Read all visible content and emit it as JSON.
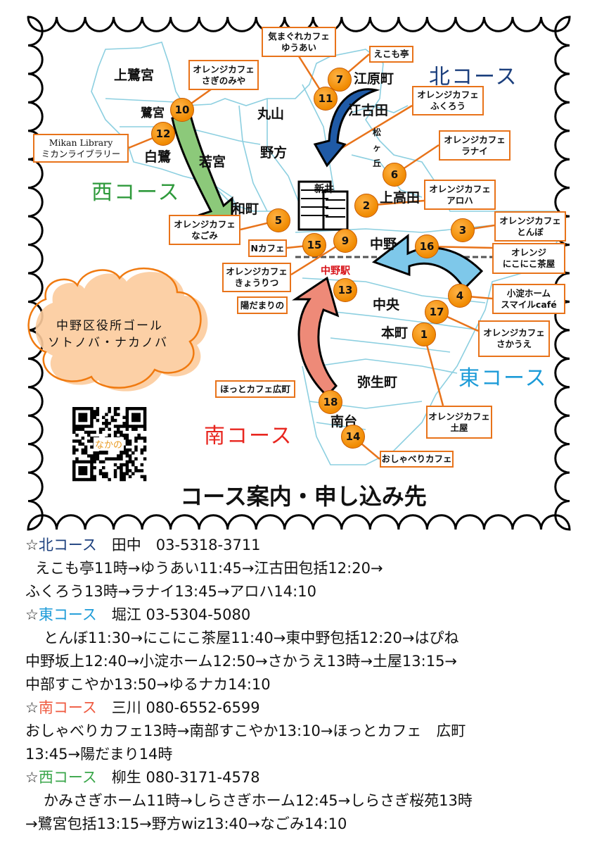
{
  "map": {
    "districts": {
      "kamisaginomiya": "上鷺宮",
      "saginomiya": "鷺宮",
      "maruyama": "丸山",
      "shirasagi": "白鷺",
      "wakamiya": "若宮",
      "nogata": "野方",
      "yamatocho": "和町",
      "egaracho": "江原町",
      "egota": "江古田",
      "matsugaoka": "松ヶ丘",
      "kamitakada": "上高田",
      "arai": "新井",
      "nakano": "中野",
      "nakano_station": "中野駅",
      "chuo": "中央",
      "honcho": "本町",
      "yayoicho": "弥生町",
      "minamidai": "南台"
    },
    "courses": {
      "north": {
        "label": "北コース",
        "color": "#1b3f7d"
      },
      "west": {
        "label": "西コース",
        "color": "#2f9a3c"
      },
      "east": {
        "label": "東コース",
        "color": "#1c9bd8"
      },
      "south": {
        "label": "南コース",
        "color": "#e8261f"
      }
    },
    "markers": [
      "1",
      "2",
      "3",
      "4",
      "5",
      "6",
      "7",
      "9",
      "10",
      "11",
      "12",
      "13",
      "14",
      "15",
      "16",
      "17",
      "18"
    ],
    "callouts": {
      "yuuai": [
        "気まぐれカフェ",
        "ゆうあい"
      ],
      "ekomotei": [
        "えこも亭"
      ],
      "saginomiya": [
        "オレンジカフェ",
        "さぎのみや"
      ],
      "fukurou": [
        "オレンジカフェ",
        "ふくろう"
      ],
      "mikan": [
        "Mikan Library",
        "ミカンライブラリー"
      ],
      "ranai": [
        "オレンジカフェ",
        "ラナイ"
      ],
      "aloha": [
        "オレンジカフェ",
        "アロハ"
      ],
      "tonbo": [
        "オレンジカフェ",
        "とんぼ"
      ],
      "nagomi": [
        "オレンジカフェ",
        "なごみ"
      ],
      "ncafe": [
        "Nカフェ"
      ],
      "nikoniko": [
        "オレンジ",
        "にこにこ茶屋"
      ],
      "kyouritsu": [
        "オレンジカフェ",
        "きょうりつ"
      ],
      "hidamari": [
        "陽だまりの"
      ],
      "koyodo": [
        "小淀ホーム",
        "スマイルcafé"
      ],
      "sakaue": [
        "オレンジカフェ",
        "さかうえ"
      ],
      "hotcafe": [
        "ほっとカフェ広町"
      ],
      "tsuchiya": [
        "オレンジカフェ",
        "土屋"
      ],
      "oshaberi": [
        "おしゃべりカフェ"
      ]
    },
    "goal": [
      "中野区役所ゴール",
      "ソトノバ・ナカノバ"
    ],
    "qr_label": "なかの",
    "accent_orange": "#e8731a"
  },
  "title": "コース案内・申し込み先",
  "info": {
    "north": {
      "star": "☆",
      "course": "北コース",
      "contact": "田中　03-5318-3711",
      "lines": [
        "えこも亭11時→ゆうあい11:45→江古田包括12:20→",
        "ふくろう13時→ラナイ13:45→アロハ14:10"
      ]
    },
    "east": {
      "star": "☆",
      "course": "東コース",
      "contact": "堀江 03-5304-5080",
      "lines": [
        "とんぼ11:30→にこにこ茶屋11:40→東中野包括12:20→はぴね",
        "中野坂上12:40→小淀ホーム12:50→さかうえ13時→土屋13:15→",
        "中部すこやか13:50→ゆるナカ14:10"
      ]
    },
    "south": {
      "star": "☆",
      "course": "南コース",
      "contact": "三川 080-6552-6599",
      "lines": [
        "おしゃべりカフェ13時→南部すこやか13:10→ほっとカフェ　広町",
        "13:45→陽だまり14時"
      ]
    },
    "west": {
      "star": "☆",
      "course": "西コース",
      "contact": "柳生 080-3171-4578",
      "lines": [
        "かみさぎホーム11時→しらさぎホーム12:45→しらさぎ桜苑13時",
        "→鷺宮包括13:15→野方wiz13:40→なごみ14:10"
      ]
    }
  }
}
